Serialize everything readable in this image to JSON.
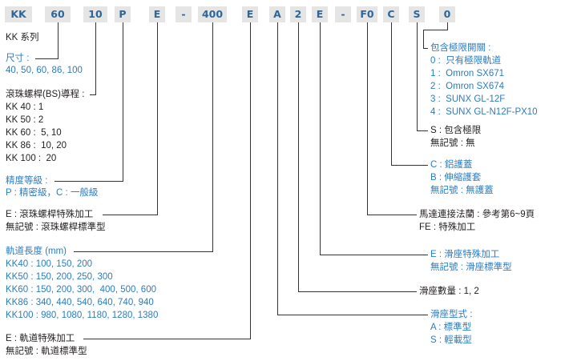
{
  "colors": {
    "code_text": "#2f6699",
    "code_box": "#e5e5e5",
    "blue_text": "#2b7cc1",
    "black_text": "#231f20",
    "connector": "#333333"
  },
  "code": {
    "segments": [
      "KK",
      "60",
      "10",
      "P",
      "E",
      "-",
      "400",
      "E",
      "A",
      "2",
      "E",
      "-",
      "F0",
      "C",
      "S",
      "0"
    ]
  },
  "series": {
    "label": "KK 系列"
  },
  "size": {
    "title": "尺寸 :",
    "values": "40, 50, 60, 86, 100"
  },
  "lead": {
    "title": "滾珠螺桿(BS)導程 :",
    "items": [
      "KK 40 : 1",
      "KK 50 : 2",
      "KK 60 :  5, 10",
      "KK 86 :  10, 20",
      "KK 100 :  20"
    ]
  },
  "accuracy": {
    "title": "精度等級 :",
    "values": "P : 精密級，C : 一般級"
  },
  "screw_machining": {
    "special": "E : 滾珠螺桿特殊加工",
    "standard": "無記號 : 滾珠螺桿標準型"
  },
  "rail_length": {
    "title": "軌道長度 (mm)",
    "items": [
      "KK40 : 100, 150, 200",
      "KK50 : 150, 200, 250, 300",
      "KK60 : 150, 200, 300,  400, 500, 600",
      "KK86 : 340, 440, 540, 640, 740, 940",
      "KK100 : 980, 1080, 1180, 1280, 1380"
    ]
  },
  "rail_machining": {
    "special": "E : 軌道特殊加工",
    "standard": "無記號 : 軌道標準型"
  },
  "limit_switch": {
    "title": "包含極限開關 :",
    "items": [
      "0 :  只有極限軌道",
      "1 :  Omron SX671",
      "2 :  Omron SX674",
      "3 :  SUNX GL-12F",
      "4 :  SUNX GL-N12F-PX10"
    ]
  },
  "sensor": {
    "included": "S : 包含極限",
    "none": "無記號 : 無"
  },
  "cover": {
    "items": [
      "C : 鋁護蓋",
      "B : 伸縮護套",
      "無記號 : 無護蓋"
    ]
  },
  "motor_flange": {
    "reference": "馬達連接法蘭 : 參考第6~9頁",
    "special": "FE : 特殊加工"
  },
  "slider_machining": {
    "special": "E : 滑座特殊加工",
    "standard": "無記號 : 滑座標準型"
  },
  "slider_quantity": {
    "label": "滑座數量 : 1, 2"
  },
  "slider_type": {
    "title": "滑座型式 :",
    "items": [
      "A : 標準型",
      "S : 輕載型"
    ]
  }
}
